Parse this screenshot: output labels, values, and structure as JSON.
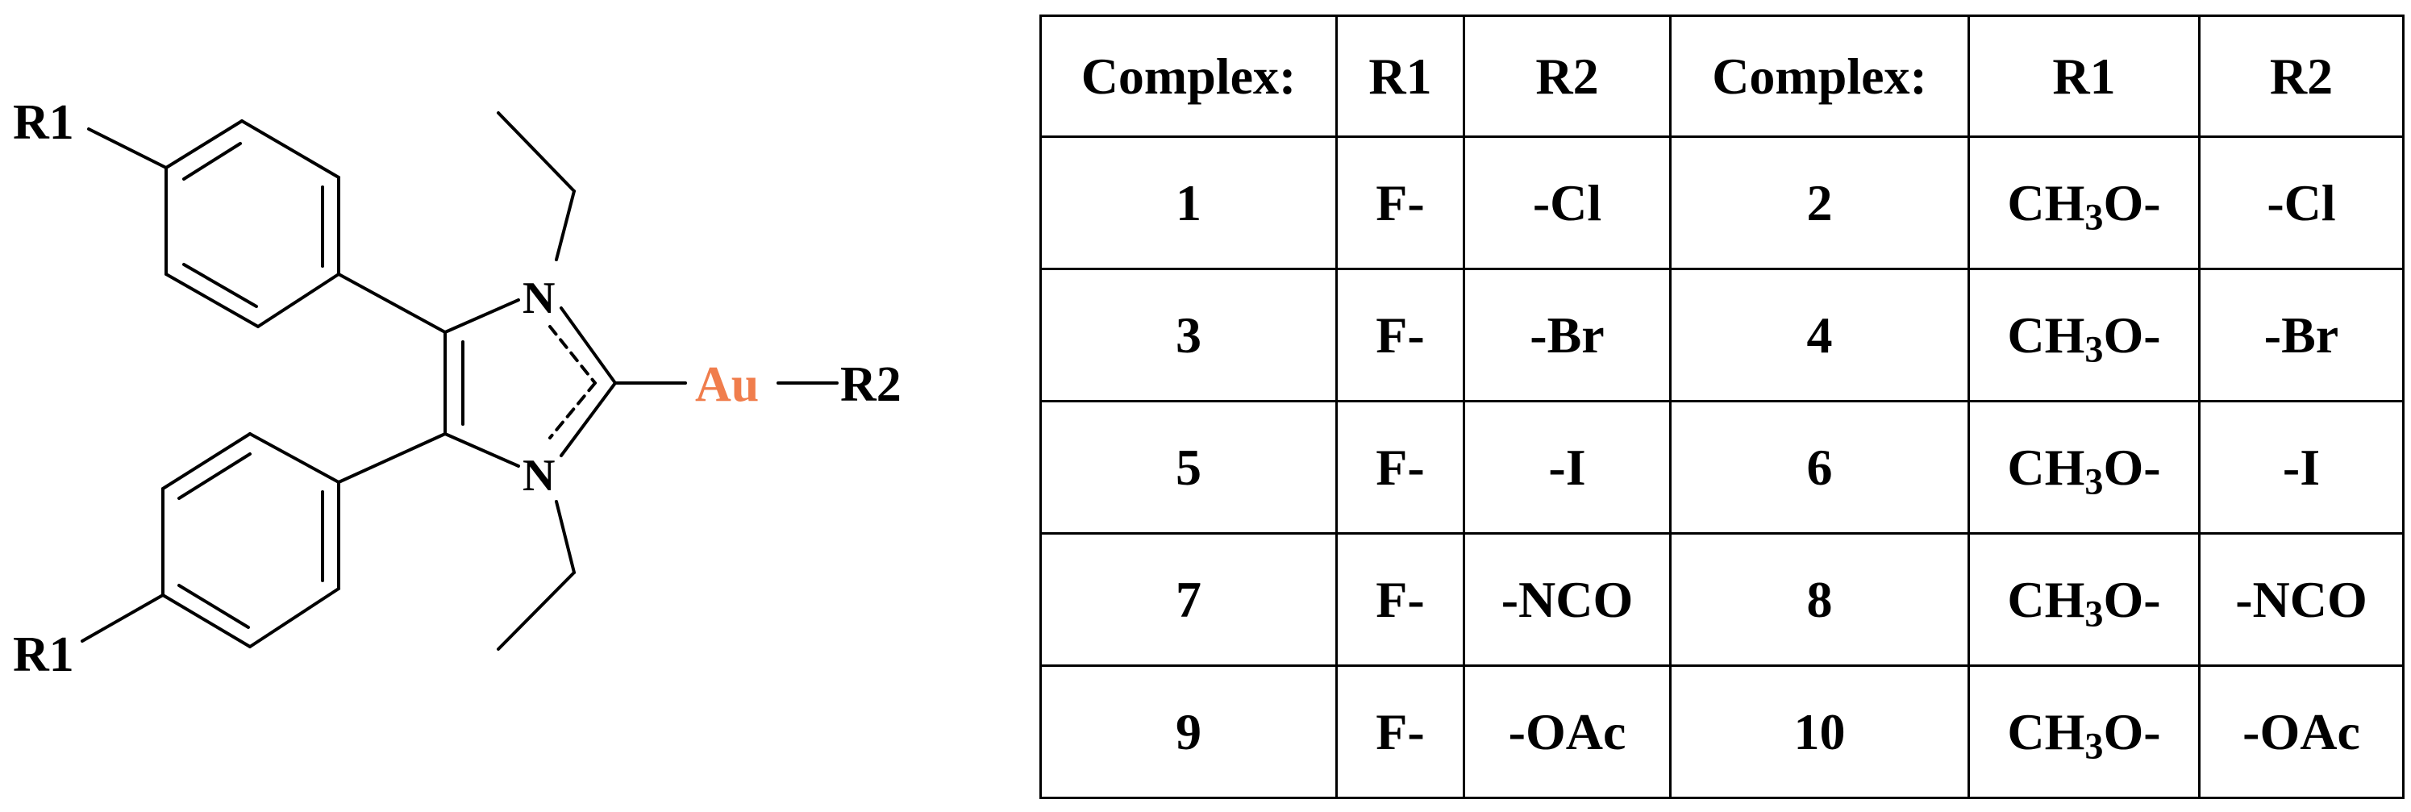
{
  "structure": {
    "labels": {
      "r1_top": "R1",
      "r1_bottom": "R1",
      "n_top": "N",
      "n_bottom": "N",
      "metal": "Au",
      "r2": "R2"
    },
    "metal_color": "#f07d4c"
  },
  "table": {
    "headers": [
      "Complex:",
      "R1",
      "R2",
      "Complex:",
      "R1",
      "R2"
    ],
    "rows": [
      {
        "c1": "1",
        "r1a": "F-",
        "r2a": "-Cl",
        "c2": "2",
        "r1b_pre": "CH",
        "r1b_sub": "3",
        "r1b_post": "O-",
        "r2b": "-Cl"
      },
      {
        "c1": "3",
        "r1a": "F-",
        "r2a": "-Br",
        "c2": "4",
        "r1b_pre": "CH",
        "r1b_sub": "3",
        "r1b_post": "O-",
        "r2b": "-Br"
      },
      {
        "c1": "5",
        "r1a": "F-",
        "r2a": "-I",
        "c2": "6",
        "r1b_pre": "CH",
        "r1b_sub": "3",
        "r1b_post": "O-",
        "r2b": "-I"
      },
      {
        "c1": "7",
        "r1a": "F-",
        "r2a": "-NCO",
        "c2": "8",
        "r1b_pre": "CH",
        "r1b_sub": "3",
        "r1b_post": "O-",
        "r2b": "-NCO"
      },
      {
        "c1": "9",
        "r1a": "F-",
        "r2a": "-OAc",
        "c2": "10",
        "r1b_pre": "CH",
        "r1b_sub": "3",
        "r1b_post": "O-",
        "r2b": "-OAc"
      }
    ]
  }
}
